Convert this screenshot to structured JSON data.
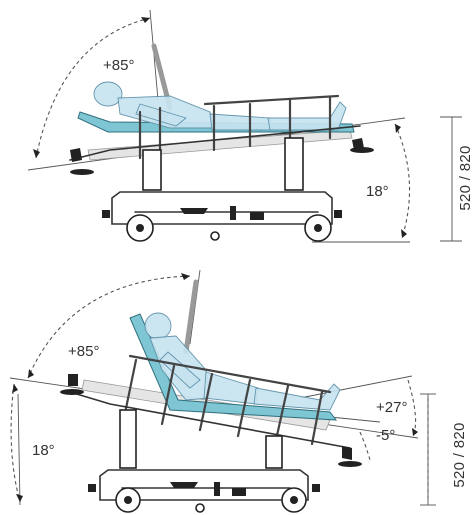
{
  "top_view": {
    "backrest_angle": "+85°",
    "trend_angle": "18°",
    "height_range": "520 / 820"
  },
  "bottom_view": {
    "backrest_angle": "+85°",
    "tilt_up_angle": "+27°",
    "tilt_down_angle": "-5°",
    "trend_angle": "18°",
    "height_range": "520 / 820"
  },
  "colors": {
    "deck": "#7fc6d4",
    "patient": "#c7e3f0",
    "frame": "#333333"
  }
}
